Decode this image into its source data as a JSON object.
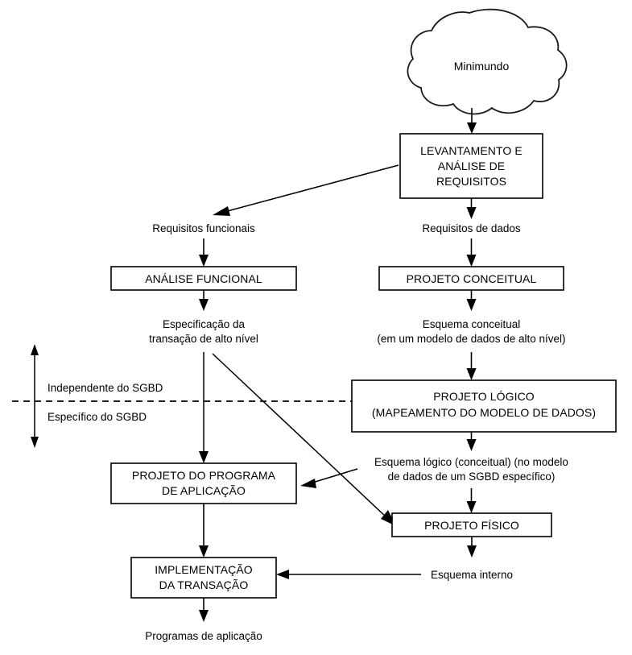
{
  "diagram": {
    "title": "Minimundo",
    "nodes": {
      "minimundo": {
        "label": "Minimundo",
        "shape": "cloud"
      },
      "levantamento": {
        "line1": "LEVANTAMENTO E",
        "line2": "ANÁLISE DE",
        "line3": "REQUISITOS"
      },
      "analise_funcional": {
        "line1": "ANÁLISE FUNCIONAL"
      },
      "projeto_conceitual": {
        "line1": "PROJETO CONCEITUAL"
      },
      "projeto_logico": {
        "line1": "PROJETO LÓGICO",
        "line2": "(MAPEAMENTO DO MODELO DE DADOS)"
      },
      "projeto_programa": {
        "line1": "PROJETO DO PROGRAMA",
        "line2": "DE APLICAÇÃO"
      },
      "projeto_fisico": {
        "line1": "PROJETO FÍSICO"
      },
      "implementacao": {
        "line1": "IMPLEMENTAÇÃO",
        "line2": "DA TRANSAÇÃO"
      }
    },
    "flow_labels": {
      "requisitos_funcionais": "Requisitos funcionais",
      "requisitos_dados": "Requisitos de dados",
      "especificacao_1": "Especificação da",
      "especificacao_2": "transação de alto nível",
      "esquema_conceitual_1": "Esquema conceitual",
      "esquema_conceitual_2": "(em um modelo de dados de alto nível)",
      "esquema_logico_1": "Esquema lógico (conceitual) (no modelo",
      "esquema_logico_2": "de dados de um SGBD específico)",
      "esquema_interno": "Esquema interno",
      "programas_aplicacao": "Programas de aplicação"
    },
    "side_labels": {
      "independente": "Independente do SGBD",
      "especifico": "Específico do SGBD"
    },
    "colors": {
      "stroke": "#000000",
      "background": "#ffffff"
    }
  }
}
